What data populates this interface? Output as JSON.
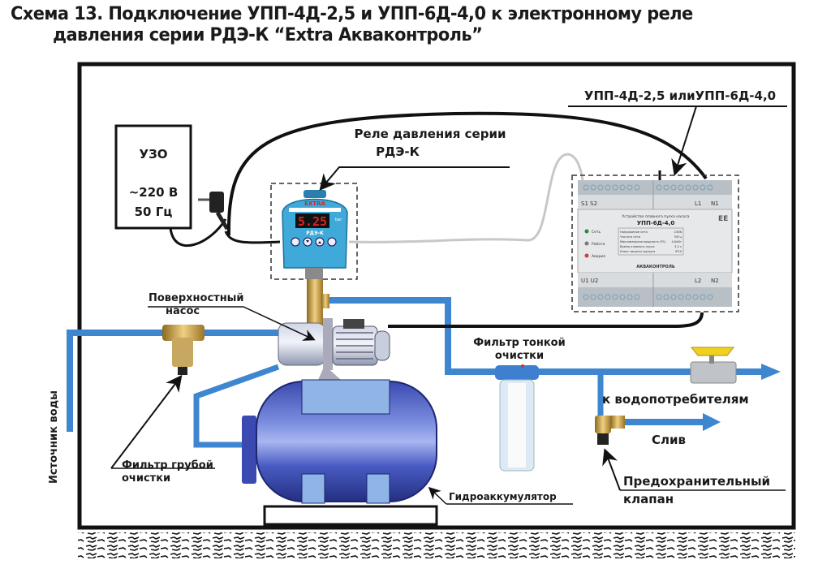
{
  "title": {
    "line1": "Схема 13. Подключение УПП-4Д-2,5 и УПП-6Д-4,0 к электронному реле",
    "line2": "давления серии РДЭ-К “Extra Акваконтроль”"
  },
  "labels": {
    "uzo": "УЗО",
    "voltage": "~220 В",
    "frequency": "50 Гц",
    "relay_line1": "Реле давления серии",
    "relay_line2": "РДЭ-К",
    "upp_device": "УПП-4Д-2,5 илиУПП-6Д-4,0",
    "surface_pump_line1": "Поверхностный",
    "surface_pump_line2": "насос",
    "water_source": "Источник воды",
    "coarse_filter_line1": "Фильтр грубой",
    "coarse_filter_line2": "очистки",
    "fine_filter_line1": "Фильтр тонкой",
    "fine_filter_line2": "очистки",
    "consumers": "к водопотребителям",
    "drain": "Слив",
    "safety_valve_line1": "Предохранительный",
    "safety_valve_line2": "клапан",
    "accumulator": "Гидроаккумулятор"
  },
  "relay_device": {
    "brand": "EXTRA",
    "display_value": "5.25",
    "unit": "bar",
    "model": "РДЭ-К"
  },
  "upp_panel": {
    "header": "Устройство плавного пуска насоса",
    "model": "УПП-6Д-4,0",
    "terminals_top_left": "S1 S2",
    "terminal_l1": "L1",
    "terminal_n1": "N1",
    "terminals_bottom_left": "U1 U2",
    "terminal_l2": "L2",
    "terminal_n2": "N2",
    "indicators": [
      "Сеть",
      "Работа",
      "Авария"
    ],
    "specs": [
      {
        "name": "Напряжение сети",
        "value": "230В"
      },
      {
        "name": "Частота сети",
        "value": "50Гц"
      },
      {
        "name": "Максимальная мощность (P1)",
        "value": "4,0кВт"
      },
      {
        "name": "Время плавного пуска",
        "value": "3,2 с"
      },
      {
        "name": "Класс защиты корпуса",
        "value": "IP20"
      }
    ],
    "brand_footer": "АКВАКОНТРОЛЬ"
  },
  "colors": {
    "pipe": "#3f86d0",
    "tank": "#4a5fc0",
    "tank_band": "#8fb5e6",
    "relay_body": "#3fa9d9",
    "display_red": "#e02020",
    "brass": "#c9a14a",
    "upp_gray": "#dcdfe1"
  }
}
